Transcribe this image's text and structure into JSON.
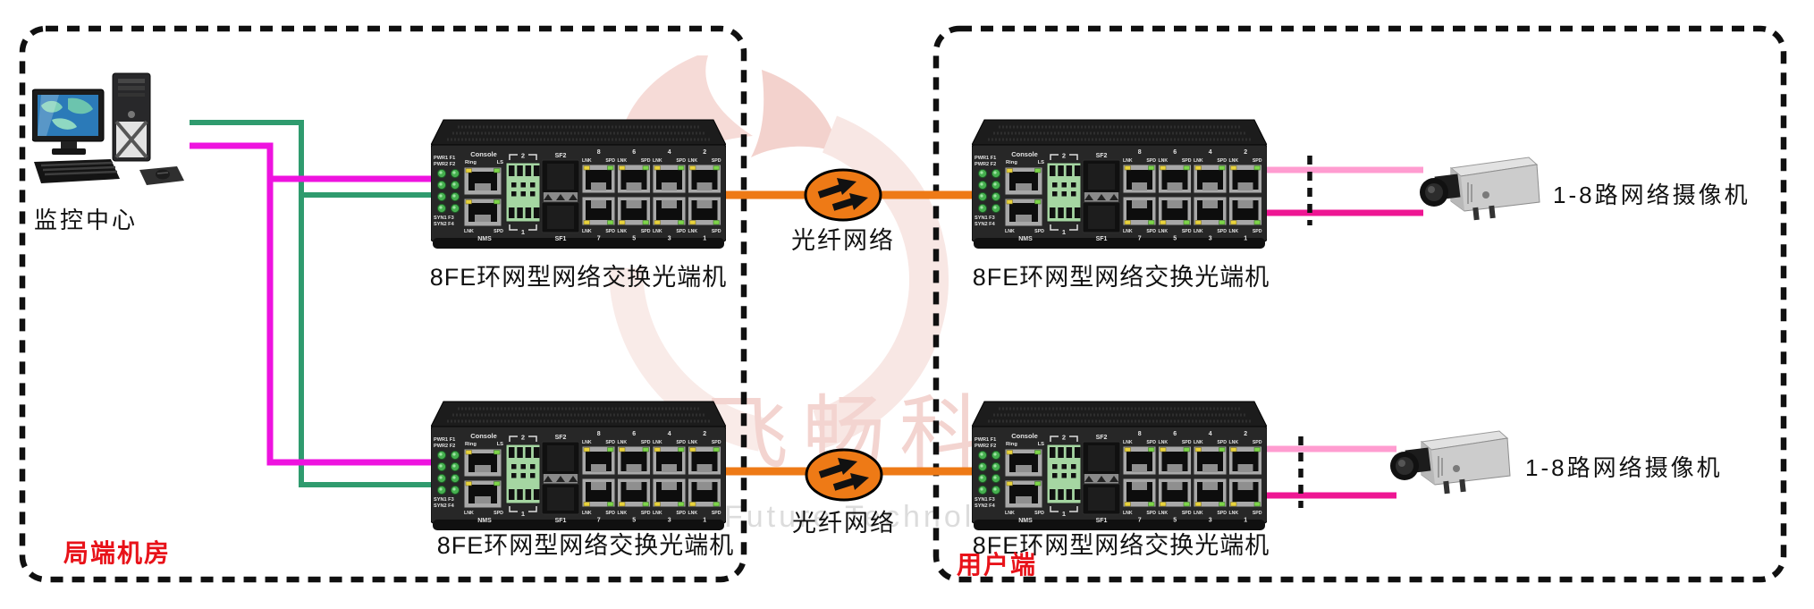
{
  "zones": {
    "left": {
      "label": "局端机房"
    },
    "right": {
      "label": "用户端"
    }
  },
  "monitor_center": {
    "label": "监控中心"
  },
  "switch": {
    "caption": "8FE环网型网络交换光端机",
    "panel": {
      "console": "Console",
      "ring": "Ring",
      "ls": "LS",
      "leds_top": [
        "PWR1 F1",
        "PWR2 F2"
      ],
      "leds_bottom": [
        "SYN1 F3",
        "SYN2 F4"
      ],
      "lnk": "LNK",
      "spd": "SPD",
      "nms": "NMS",
      "sf2": "SF2",
      "sf1": "SF1",
      "terminal_top": "2",
      "terminal_bottom": "1",
      "ports_top": [
        "8",
        "6",
        "4",
        "2"
      ],
      "ports_bottom": [
        "7",
        "5",
        "3",
        "1"
      ]
    }
  },
  "fiber": {
    "label": "光纤网络"
  },
  "camera": {
    "label": "1-8路网络摄像机"
  },
  "watermark": {
    "cn": "飞畅科",
    "en": "Future Technolo"
  },
  "colors": {
    "green_line": "#2f9b6e",
    "magenta_line": "#ee13df",
    "orange_line": "#ee7a16",
    "pink_line": "#ff9cd0",
    "deeppink_line": "#ee1693",
    "red_text": "#e81219"
  }
}
